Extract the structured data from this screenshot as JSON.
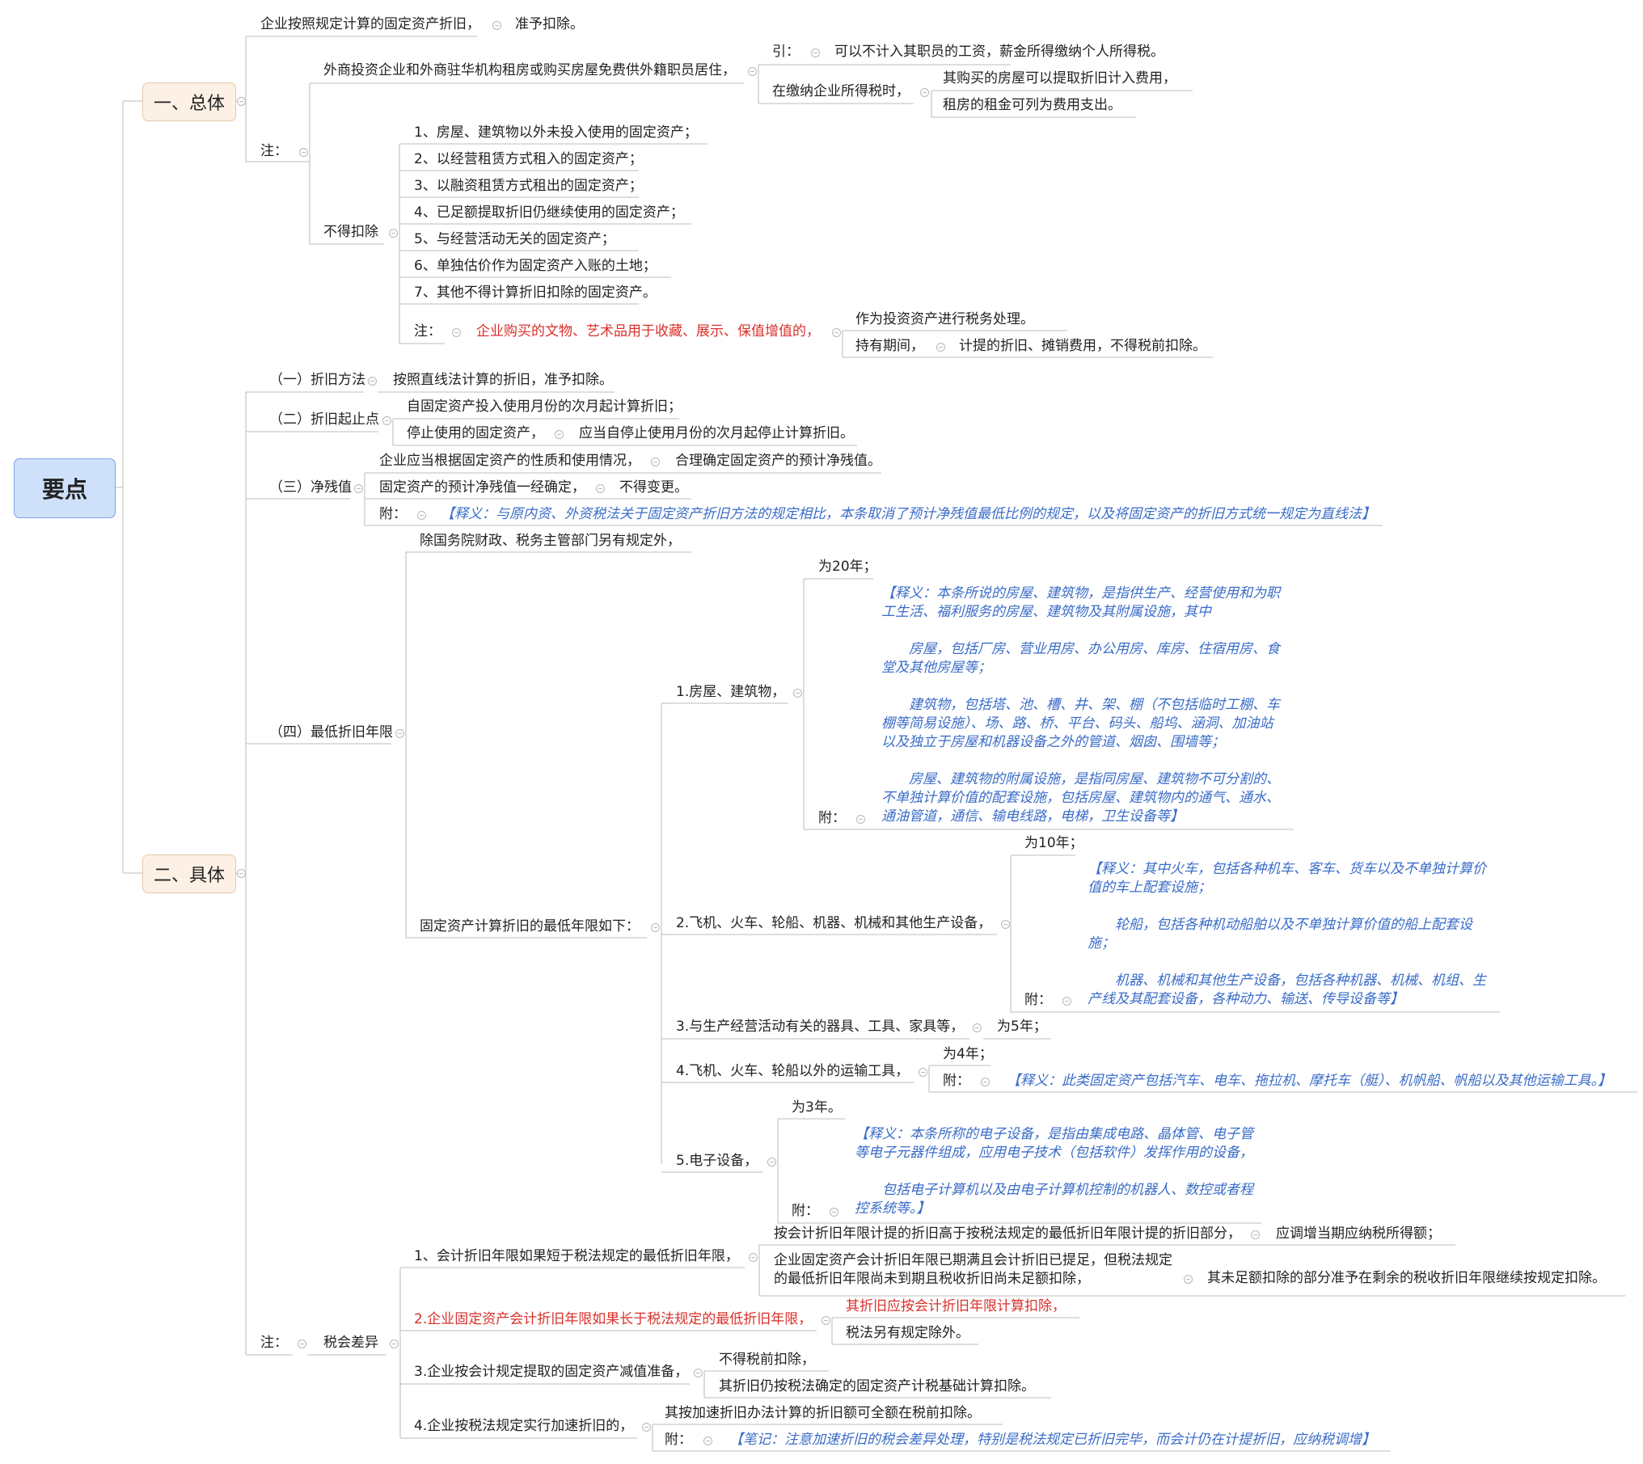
{
  "root": "要点",
  "branches": {
    "general": "一、总体",
    "specific": "二、具体"
  },
  "general": {
    "rule": "企业按照规定计算的固定资产折旧，",
    "rule_result": "准予扣除。",
    "note_label": "注：",
    "foreign": "外商投资企业和外商驻华机构租房或购买房屋免费供外籍职员居住，",
    "yin_label": "引：",
    "yin_text": "可以不计入其职员的工资，薪金所得缴纳个人所得税。",
    "when_tax": "在缴纳企业所得税时，",
    "purchase": "其购买的房屋可以提取折旧计入费用，",
    "rent": "租房的租金可列为费用支出。",
    "not_deduct_label": "不得扣除",
    "not_deduct_items": [
      "1、房屋、建筑物以外未投入使用的固定资产；",
      "2、以经营租赁方式租入的固定资产；",
      "3、以融资租赁方式租出的固定资产；",
      "4、已足额提取折旧仍继续使用的固定资产；",
      "5、与经营活动无关的固定资产；",
      "6、单独估价作为固定资产入账的土地；",
      "7、其他不得计算折旧扣除的固定资产。"
    ],
    "art_note_label": "注：",
    "art_note": "企业购买的文物、艺术品用于收藏、展示、保值增值的，",
    "art_invest": "作为投资资产进行税务处理。",
    "holding": "持有期间，",
    "holding_result": "计提的折旧、摊销费用，不得税前扣除。"
  },
  "specific": {
    "method_label": "（一）折旧方法",
    "method_text": "按照直线法计算的折旧，准予扣除。",
    "start_label": "（二）折旧起止点",
    "start_text": "自固定资产投入使用月份的次月起计算折旧；",
    "stop_text": "停止使用的固定资产，",
    "stop_result": "应当自停止使用月份的次月起停止计算折旧。",
    "residual_label": "（三）净残值",
    "residual_1": "企业应当根据固定资产的性质和使用情况，",
    "residual_1_result": "合理确定固定资产的预计净残值。",
    "residual_2": "固定资产的预计净残值一经确定，",
    "residual_2_result": "不得变更。",
    "residual_att_label": "附：",
    "residual_att": "【释义：与原内资、外资税法关于固定资产折旧方法的规定相比，本条取消了预计净残值最低比例的规定，以及将固定资产的折旧方式统一规定为直线法】",
    "min_label": "（四）最低折旧年限",
    "except": "除国务院财政、税务主管部门另有规定外，",
    "min_intro": "固定资产计算折旧的最低年限如下：",
    "cat1": "1.房屋、建筑物，",
    "cat1_years": "为20年；",
    "cat1_att_label": "附：",
    "cat1_att": [
      "【释义：本条所说的房屋、建筑物，是指供生产、经营使用和为职工生活、福利服务的房屋、建筑物及其附属设施，其中",
      "房屋，包括厂房、营业用房、办公用房、库房、住宿用房、食堂及其他房屋等；",
      "建筑物，包括塔、池、槽、井、架、棚（不包括临时工棚、车棚等简易设施）、场、路、桥、平台、码头、船坞、涵洞、加油站以及独立于房屋和机器设备之外的管道、烟囱、围墙等；",
      "房屋、建筑物的附属设施，是指同房屋、建筑物不可分割的、不单独计算价值的配套设施，包括房屋、建筑物内的通气、通水、通油管道，通信、输电线路，电梯，卫生设备等】"
    ],
    "cat2": "2.飞机、火车、轮船、机器、机械和其他生产设备，",
    "cat2_years": "为10年；",
    "cat2_att_label": "附：",
    "cat2_att": [
      "【释义：其中火车，包括各种机车、客车、货车以及不单独计算价值的车上配套设施；",
      "轮船，包括各种机动船舶以及不单独计算价值的船上配套设施；",
      "机器、机械和其他生产设备，包括各种机器、机械、机组、生产线及其配套设备，各种动力、输送、传导设备等】"
    ],
    "cat3": "3.与生产经营活动有关的器具、工具、家具等，",
    "cat3_years": "为5年；",
    "cat4": "4.飞机、火车、轮船以外的运输工具，",
    "cat4_years": "为4年；",
    "cat4_att_label": "附：",
    "cat4_att": "【释义：此类固定资产包括汽车、电车、拖拉机、摩托车（艇）、机帆船、帆船以及其他运输工具。】",
    "cat5": "5.电子设备，",
    "cat5_years": "为3年。",
    "cat5_att_label": "附：",
    "cat5_att": [
      "【释义：本条所称的电子设备，是指由集成电路、晶体管、电子管等电子元器件组成，应用电子技术（包括软件）发挥作用的设备，",
      "包括电子计算机以及由电子计算机控制的机器人、数控或者程控系统等。】"
    ],
    "note_label": "注：",
    "diff_label": "税会差异",
    "diff1": "1、会计折旧年限如果短于税法规定的最低折旧年限，",
    "diff1_a": "按会计折旧年限计提的折旧高于按税法规定的最低折旧年限计提的折旧部分，",
    "diff1_a_result": "应调增当期应纳税所得额；",
    "diff1_b": "企业固定资产会计折旧年限已期满且会计折旧已提足，但税法规定的最低折旧年限尚未到期且税收折旧尚未足额扣除，",
    "diff1_b_result": "其未足额扣除的部分准予在剩余的税收折旧年限继续按规定扣除。",
    "diff2": "2.企业固定资产会计折旧年限如果长于税法规定的最低折旧年限，",
    "diff2_a": "其折旧应按会计折旧年限计算扣除，",
    "diff2_b": "税法另有规定除外。",
    "diff3": "3.企业按会计规定提取的固定资产减值准备，",
    "diff3_a": "不得税前扣除，",
    "diff3_b": "其折旧仍按税法确定的固定资产计税基础计算扣除。",
    "diff4": "4.企业按税法规定实行加速折旧的，",
    "diff4_a": "其按加速折旧办法计算的折旧额可全额在税前扣除。",
    "diff4_att_label": "附：",
    "diff4_att": "【笔记：注意加速折旧的税会差异处理，特别是税法规定已折旧完毕，而会计仍在计提折旧，应纳税调增】"
  },
  "colors": {
    "line": "#c9c9c9",
    "red": "#d9302b",
    "blue": "#3a6cc8",
    "root_fill": "#cfe0fb",
    "branch_fill": "#fdf1e6"
  }
}
